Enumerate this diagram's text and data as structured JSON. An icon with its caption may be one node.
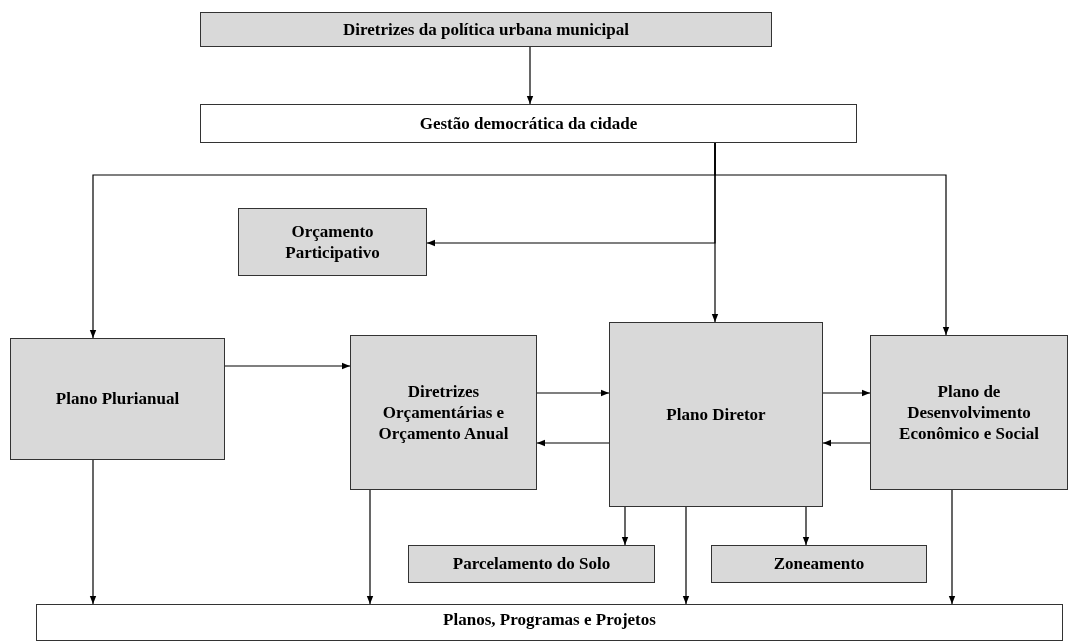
{
  "diagram": {
    "nodes": [
      {
        "text": [
          "Diretrizes da política urbana municipal"
        ]
      },
      {
        "text": [
          "Gestão democrática da cidade"
        ]
      },
      {
        "text": [
          "Orçamento Participativo"
        ]
      },
      {
        "text": [
          "Plano Plurianual"
        ]
      },
      {
        "text": [
          "Diretrizes Orçamentárias e Orçamento Anual"
        ]
      },
      {
        "text": [
          "Plano Diretor"
        ]
      },
      {
        "text": [
          "Plano de Desenvolvimento Econômico e Social"
        ]
      },
      {
        "text": [
          "Parcelamento do Solo"
        ]
      },
      {
        "text": [
          "Zoneamento"
        ]
      },
      {
        "text": [
          "Planos, Programas e Projetos"
        ]
      }
    ],
    "edges": [
      {
        "from": 0,
        "to": 1,
        "arrow": "to"
      },
      {
        "from": 1,
        "to": 2,
        "arrow": "to"
      },
      {
        "from": 1,
        "to": 3,
        "arrow": "to"
      },
      {
        "from": 1,
        "to": 5,
        "arrow": "to"
      },
      {
        "from": 1,
        "to": 6,
        "arrow": "to"
      },
      {
        "from": 3,
        "to": 4,
        "arrow": "to"
      },
      {
        "from": 4,
        "to": 5,
        "arrow": "to"
      },
      {
        "from": 5,
        "to": 4,
        "arrow": "to"
      },
      {
        "from": 5,
        "to": 6,
        "arrow": "to"
      },
      {
        "from": 6,
        "to": 5,
        "arrow": "to"
      },
      {
        "from": 5,
        "to": 7,
        "arrow": "to"
      },
      {
        "from": 5,
        "to": 8,
        "arrow": "to"
      },
      {
        "from": 5,
        "to": 9,
        "arrow": "to"
      },
      {
        "from": 3,
        "to": 9,
        "arrow": "to"
      },
      {
        "from": 4,
        "to": 9,
        "arrow": "to"
      },
      {
        "from": 6,
        "to": 9,
        "arrow": "to"
      }
    ]
  }
}
